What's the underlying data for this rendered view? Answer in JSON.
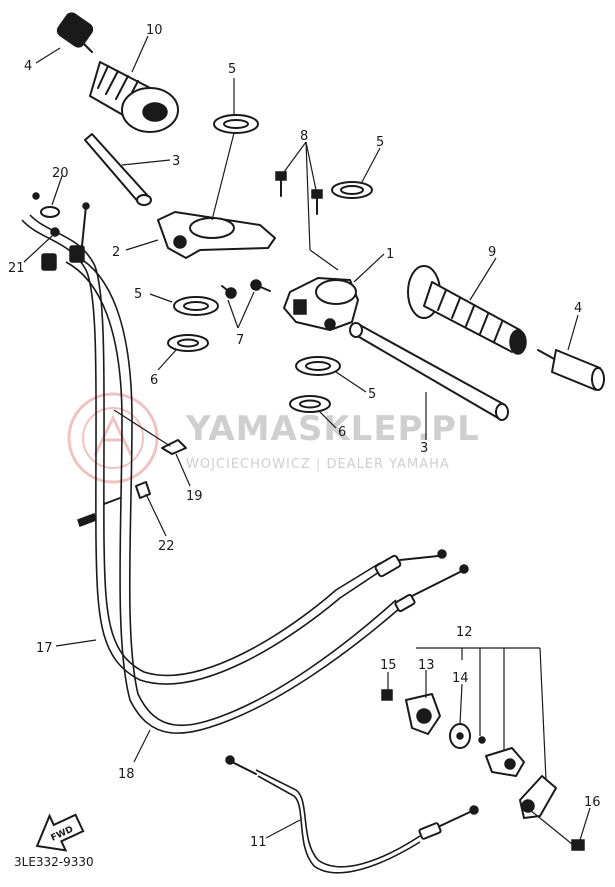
{
  "diagram": {
    "code": "3LE332-9330",
    "fwd_label": "FWD",
    "watermark": {
      "brand": "YAMASKLEP.PL",
      "subtitle": "WOJCIECHOWICZ | DEALER YAMAHA"
    },
    "labels": {
      "l1": "1",
      "l2": "2",
      "l3a": "3",
      "l3b": "3",
      "l4a": "4",
      "l4b": "4",
      "l5a": "5",
      "l5b": "5",
      "l5c": "5",
      "l5d": "5",
      "l6a": "6",
      "l6b": "6",
      "l7": "7",
      "l8": "8",
      "l9": "9",
      "l10": "10",
      "l11": "11",
      "l12": "12",
      "l13": "13",
      "l14": "14",
      "l15": "15",
      "l16": "16",
      "l17": "17",
      "l18": "18",
      "l19": "19",
      "l20": "20",
      "l21": "21",
      "l22": "22"
    }
  }
}
